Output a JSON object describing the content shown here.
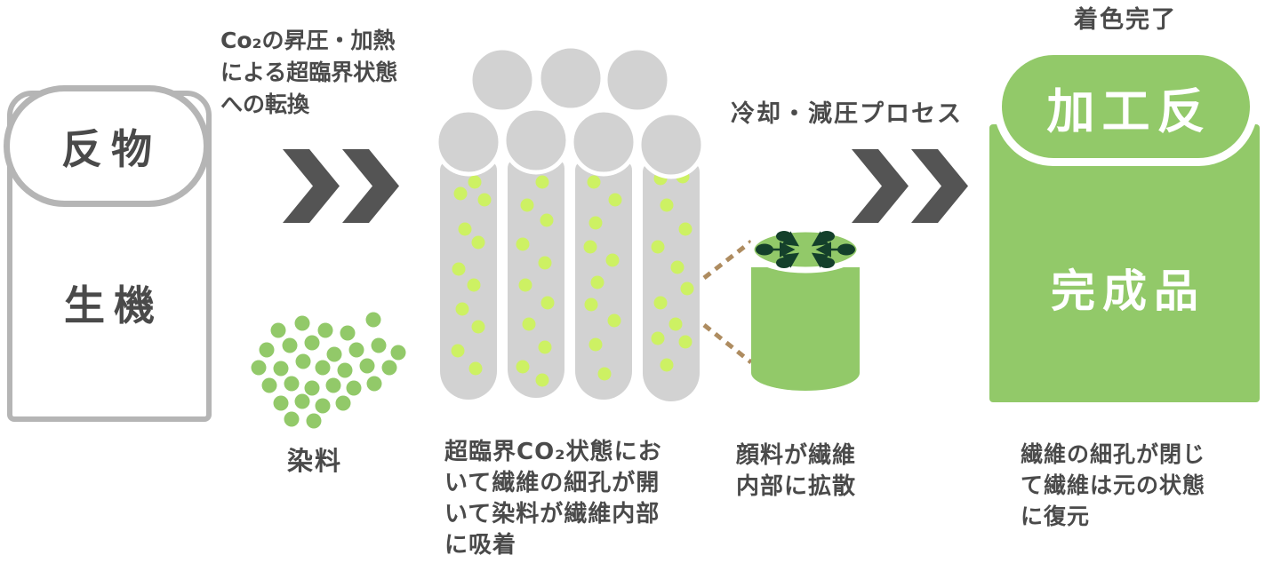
{
  "palette": {
    "green": "#92C969",
    "green_light_dot": "#CDF163",
    "green_dark": "#14402B",
    "gray_fiber": "#D2D2D2",
    "gray_border": "#B5B5B5",
    "text_dark": "#4A4A4A",
    "chevron": "#545454",
    "dashed_tan": "#AE8C60"
  },
  "stage_fabric": {
    "roll_label": "反物",
    "state_label": "生機"
  },
  "step1": {
    "label_lines": [
      "Co₂の昇圧・加熱",
      "による超臨界状態",
      "への転換"
    ]
  },
  "dye": {
    "label": "染料",
    "dot_count": 31
  },
  "fiber_stage": {
    "caption_lines": [
      "超臨界CO₂状態にお",
      "いて繊維の細孔が開",
      "いて染料が繊維内部",
      "に吸着"
    ]
  },
  "diffusion_stage": {
    "caption_lines": [
      "顔料が繊維",
      "内部に拡散"
    ]
  },
  "step2": {
    "label": "冷却・減圧プロセス"
  },
  "final_stage": {
    "status_label": "着色完了",
    "roll_label": "加工反",
    "product_label": "完成品",
    "caption_lines": [
      "繊維の細孔が閉じ",
      "て繊維は元の状態",
      "に復元"
    ]
  }
}
